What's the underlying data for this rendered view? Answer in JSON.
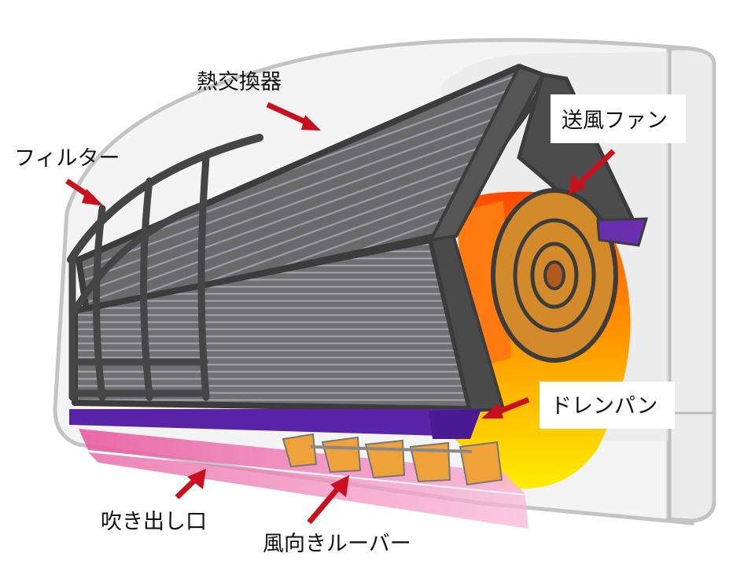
{
  "labels": {
    "heat_exchanger": "熱交換器",
    "filter": "フィルター",
    "fan": "送風ファン",
    "drain_pan": "ドレンパン",
    "outlet": "吹き出し口",
    "louver": "風向きルーバー"
  },
  "colors": {
    "arrow": "#c8101e",
    "casing_outline": "#bfbfbf",
    "casing_fill": "#f2f2f2",
    "exchanger_fill": "#6e6e6e",
    "exchanger_fin": "#9a9aa8",
    "exchanger_frame": "#3c3c3c",
    "filter_frame": "#454545",
    "fan": "#d9902f",
    "airflow_top": "#ff5a00",
    "airflow_bottom": "#ffe600",
    "drain_pan": "#5a24a8",
    "louver": "#f0a23a",
    "outlet": "#f07ab0"
  },
  "icons": {
    "arrow": "red-arrow-icon"
  }
}
